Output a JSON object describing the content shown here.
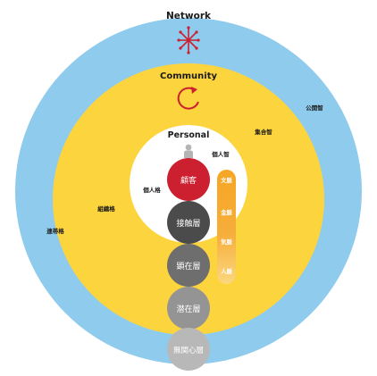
{
  "colors": {
    "outer_ring": "#8fcbed",
    "middle_ring": "#fcd43e",
    "inner_ring": "#ffffff",
    "accent_red": "#cc1f2f",
    "person_gray": "#b4b4b4",
    "bar_orange": "#f39a1e",
    "bar_orange_light": "#fbd06b",
    "text_dark": "#1a1a1a"
  },
  "rings": {
    "network": {
      "title": "Network",
      "icon": "network-star-icon"
    },
    "community": {
      "title": "Community",
      "icon": "cycle-arrow-icon"
    },
    "personal": {
      "title": "Personal",
      "icon": "person-icon"
    }
  },
  "labels": {
    "public_wisdom": "公開智",
    "collective_wisdom": "集合智",
    "individual_wisdom": "個人智",
    "individual_character": "個人格",
    "organizational_character": "組織格",
    "federated_character": "連帯格"
  },
  "layers": [
    {
      "label": "顧客",
      "color": "#cc1f2f"
    },
    {
      "label": "接触層",
      "color": "#4b4b4b"
    },
    {
      "label": "顕在層",
      "color": "#6e6e6e"
    },
    {
      "label": "潜在層",
      "color": "#949494"
    },
    {
      "label": "無関心層",
      "color": "#b8b8b8"
    }
  ],
  "capital_bar": {
    "items": [
      "文脈",
      "金脈",
      "気脈",
      "人脈"
    ]
  }
}
